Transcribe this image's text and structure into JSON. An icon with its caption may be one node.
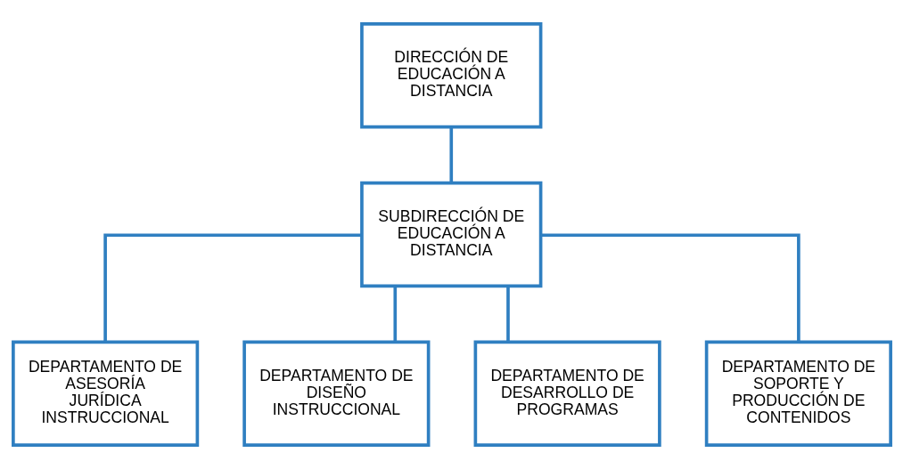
{
  "diagram": {
    "nodes": [
      {
        "text": [
          "DIRECCIÓN DE EDUCACIÓN A DISTANCIA"
        ]
      },
      {
        "text": [
          "SUBDIRECCIÓN DE EDUCACIÓN A DISTANCIA"
        ]
      },
      {
        "text": [
          "DEPARTAMENTO DE ASESORÍA JURÍDICA INSTRUCCIONAL"
        ]
      },
      {
        "text": [
          "DEPARTAMENTO DE DISEÑO INSTRUCCIONAL"
        ]
      },
      {
        "text": [
          "DEPARTAMENTO DE DESARROLLO DE PROGRAMAS"
        ]
      },
      {
        "text": [
          "DEPARTAMENTO DE SOPORTE Y PRODUCCIÓN DE CONTENIDOS"
        ]
      }
    ],
    "edges": [
      {
        "from": 0,
        "to": 1,
        "arrow": "none"
      },
      {
        "from": 1,
        "to": 2,
        "arrow": "none"
      },
      {
        "from": 1,
        "to": 3,
        "arrow": "none"
      },
      {
        "from": 1,
        "to": 4,
        "arrow": "none"
      },
      {
        "from": 1,
        "to": 5,
        "arrow": "none"
      }
    ]
  }
}
